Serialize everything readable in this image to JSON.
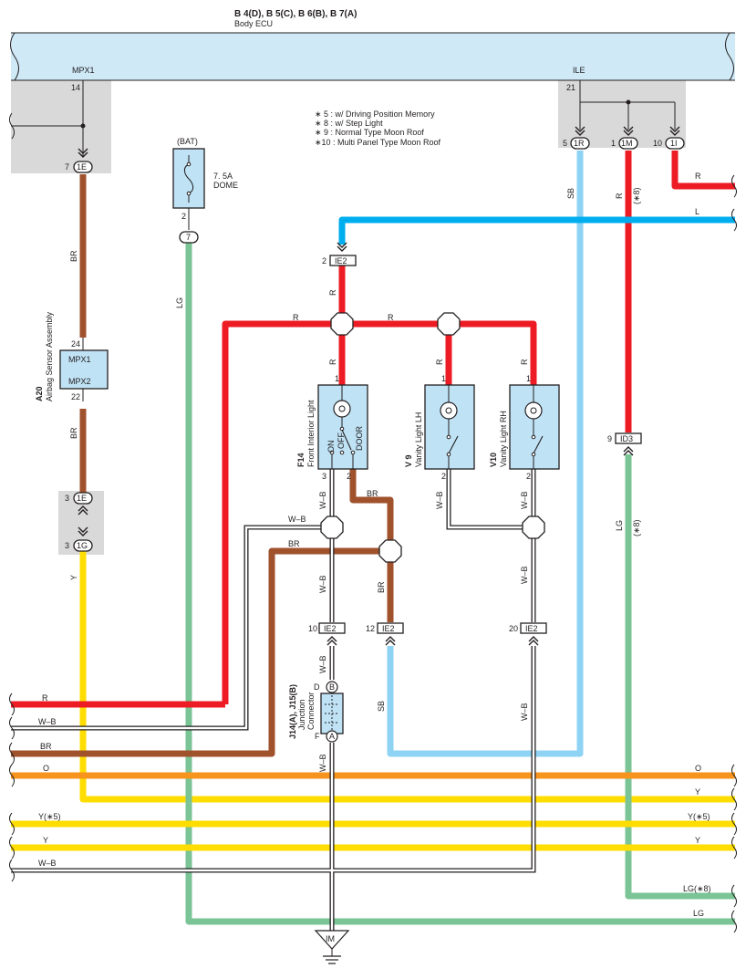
{
  "header": {
    "connectors": "B 4(D), B 5(C), B 6(B), B 7(A)",
    "ecu_name": "Body ECU"
  },
  "ecu": {
    "left_terminal": "MPX1",
    "right_terminal": "ILE",
    "pin_left": "14",
    "pin_right": "21"
  },
  "notes": [
    "∗ 5 : w/ Driving Position Memory",
    "∗ 8 : w/ Step Light",
    "∗ 9 : Normal Type Moon Roof",
    "∗10 : Multi Panel Type Moon Roof"
  ],
  "connectors": {
    "c1E_top": {
      "pin": "7",
      "label": "1E"
    },
    "c1E_mid": {
      "pin": "3",
      "label": "1E"
    },
    "c1G": {
      "pin": "3",
      "label": "1G"
    },
    "c1R": {
      "pin": "5",
      "label": "1R"
    },
    "c1M": {
      "pin": "1",
      "label": "1M"
    },
    "c1I": {
      "pin": "10",
      "label": "1I"
    },
    "c7": {
      "pin": "2",
      "label": "7"
    },
    "iE2_top": {
      "pin": "2",
      "label": "IE2"
    },
    "iE2_10": {
      "pin": "10",
      "label": "IE2"
    },
    "iE2_12": {
      "pin": "12",
      "label": "IE2"
    },
    "iE2_20": {
      "pin": "20",
      "label": "IE2"
    },
    "iD3": {
      "pin": "9",
      "label": "ID3"
    },
    "im": {
      "label": "IM"
    }
  },
  "fuse": {
    "source": "(BAT)",
    "rating": "7. 5A",
    "name": "DOME"
  },
  "airbag": {
    "code": "A20",
    "name": "Airbag Sensor Assembly",
    "pin_top": "24",
    "pin_bottom": "22",
    "term1": "MPX1",
    "term2": "MPX2"
  },
  "front_light": {
    "code": "F14",
    "name": "Front Interior Light",
    "pos_on": "ON",
    "pos_off": "OFF",
    "pos_door": "DOOR",
    "pin1": "1",
    "pin2": "2",
    "pin3": "3"
  },
  "vanity_lh": {
    "code": "V 9",
    "name": "Vanity Light LH",
    "pin1": "1",
    "pin2": "2"
  },
  "vanity_rh": {
    "code": "V10",
    "name": "Vanity Light RH",
    "pin1": "1",
    "pin2": "2"
  },
  "junction": {
    "code": "J14(A), J15(B)",
    "line1": "Junction",
    "line2": "Connector",
    "pin_b": "B",
    "pin_a": "A",
    "pin_d": "D",
    "pin_f": "F"
  },
  "wire_labels": {
    "br_upper": "BR",
    "br_lower": "BR",
    "lg_left": "LG",
    "y_left": "Y",
    "sb_upper": "SB",
    "r_vert": "R",
    "r_vert_note": "(∗8)",
    "r_out": "R",
    "l_out": "L",
    "r_ie2": "R",
    "r_left_h": "R",
    "r_mid_h": "R",
    "r_f14": "R",
    "r_lh": "R",
    "r_rh": "R",
    "wb_f14": "W–B",
    "wb_lh": "W–B",
    "wb_rh": "W–B",
    "br_f14": "BR",
    "wb_branch": "W–B",
    "br_branch": "BR",
    "wb_f14_low": "W–B",
    "br_vert": "BR",
    "wb_rh_low": "W–B",
    "lg_right": "LG",
    "lg_right_note": "(∗8)",
    "wb_junc": "W–B",
    "sb_lower": "SB",
    "wb_lower": "W–B",
    "wb_im": "W–B"
  },
  "bus_labels": {
    "r": "R",
    "wb": "W–B",
    "br": "BR",
    "o_left": "O",
    "o_right": "O",
    "y_right": "Y",
    "y5_left": "Y(∗5)",
    "y5_right": "Y(∗5)",
    "y_left2": "Y",
    "y_right2": "Y",
    "wb2": "W–B",
    "lg8_right": "LG(∗8)",
    "lg_right": "LG"
  },
  "colors": {
    "ecu_fill": "#cfe9f7",
    "component_fill": "#bfe2f5",
    "grey_zone": "#d9d9da",
    "red": "#ed1c24",
    "brown": "#a0522d",
    "light_green": "#7ac495",
    "yellow": "#ffdd00",
    "orange": "#f7941d",
    "light_blue": "#8fd3f4",
    "blue": "#00aeef",
    "line": "#231f20"
  }
}
